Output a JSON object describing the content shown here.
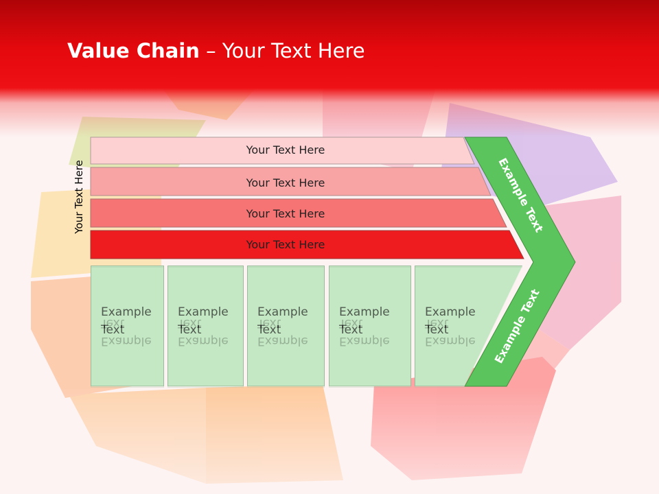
{
  "title": {
    "bold": "Value Chain",
    "rest": " – Your Text Here"
  },
  "side_label": "Your Text Here",
  "bars": [
    {
      "label": "Your Text Here",
      "color": "#fdd0d2"
    },
    {
      "label": "Your Text Here",
      "color": "#f9a4a4"
    },
    {
      "label": "Your Text Here",
      "color": "#f77474"
    },
    {
      "label": "Your Text Here",
      "color": "#ee1b1f"
    }
  ],
  "chevron": {
    "upper_label": "Example Text",
    "lower_label": "Example Text",
    "color": "#5cc45c"
  },
  "boxes": [
    {
      "line1": "Example",
      "line2": "Text"
    },
    {
      "line1": "Example",
      "line2": "Text"
    },
    {
      "line1": "Example",
      "line2": "Text"
    },
    {
      "line1": "Example",
      "line2": "Text"
    },
    {
      "line1": "Example",
      "line2": "Text"
    }
  ],
  "colors": {
    "header_red": "#e4090d",
    "box_green": "#c3e8c3",
    "chevron_green": "#5cc45c"
  }
}
